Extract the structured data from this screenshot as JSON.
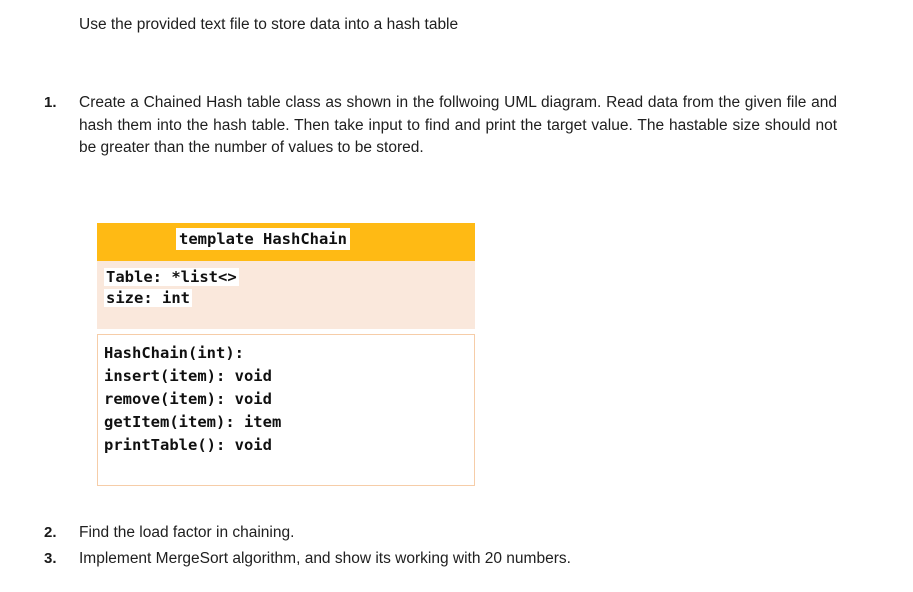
{
  "document": {
    "intro": "Use the provided text file to store data into a hash table",
    "items": [
      {
        "marker": "1.",
        "text": "Create a Chained Hash table class as shown in the follwoing UML diagram. Read data from the given file and hash them into the hash table. Then take input to find and print the target value. The hastable size should not be greater than the number of values to be stored."
      },
      {
        "marker": "2.",
        "text": "Find the load factor in chaining."
      },
      {
        "marker": "3.",
        "text": "Implement MergeSort algorithm, and show its working with 20 numbers."
      }
    ]
  },
  "uml": {
    "title": "template HashChain",
    "attributes": [
      "Table: *list<>",
      "size: int"
    ],
    "methods": [
      "HashChain(int):",
      "insert(item): void",
      "remove(item): void",
      "getItem(item): item",
      "printTable(): void"
    ],
    "colors": {
      "header_background": "#ffba14",
      "attributes_background": "#fae8dc",
      "methods_background": "#ffffff",
      "methods_border": "#f6cda8",
      "text": "#101010",
      "page_background": "#ffffff"
    }
  }
}
